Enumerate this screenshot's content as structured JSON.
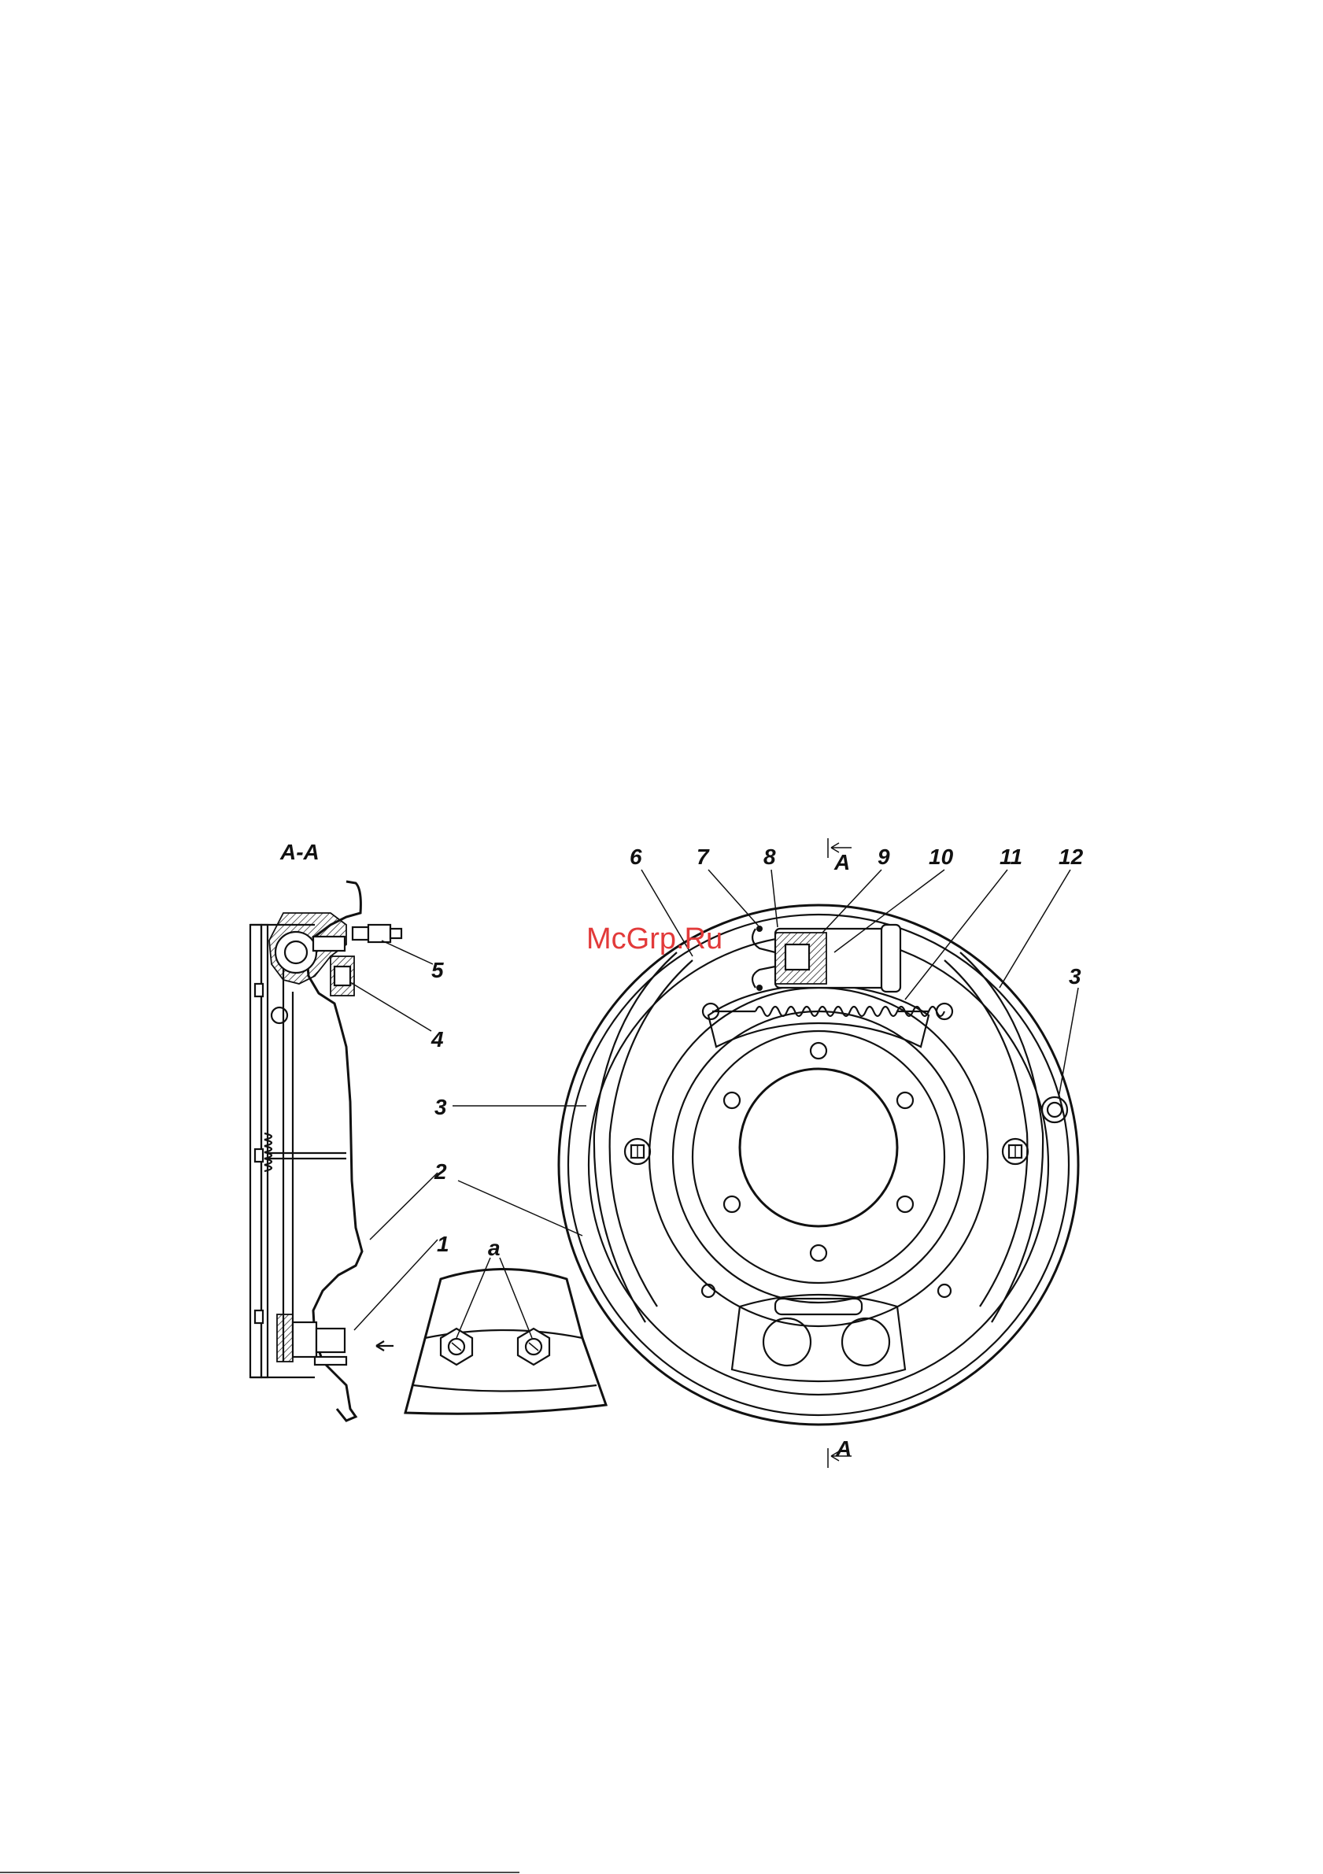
{
  "section_title": "А-А",
  "watermark": "McGrp.Ru",
  "section_marker": "А",
  "callouts": {
    "c1": "1",
    "c2": "2",
    "c3_left": "3",
    "c3_right": "3",
    "c4": "4",
    "c5": "5",
    "c6": "6",
    "c7": "7",
    "c8": "8",
    "c9": "9",
    "c10": "10",
    "c11": "11",
    "c12": "12",
    "ca": "а"
  }
}
